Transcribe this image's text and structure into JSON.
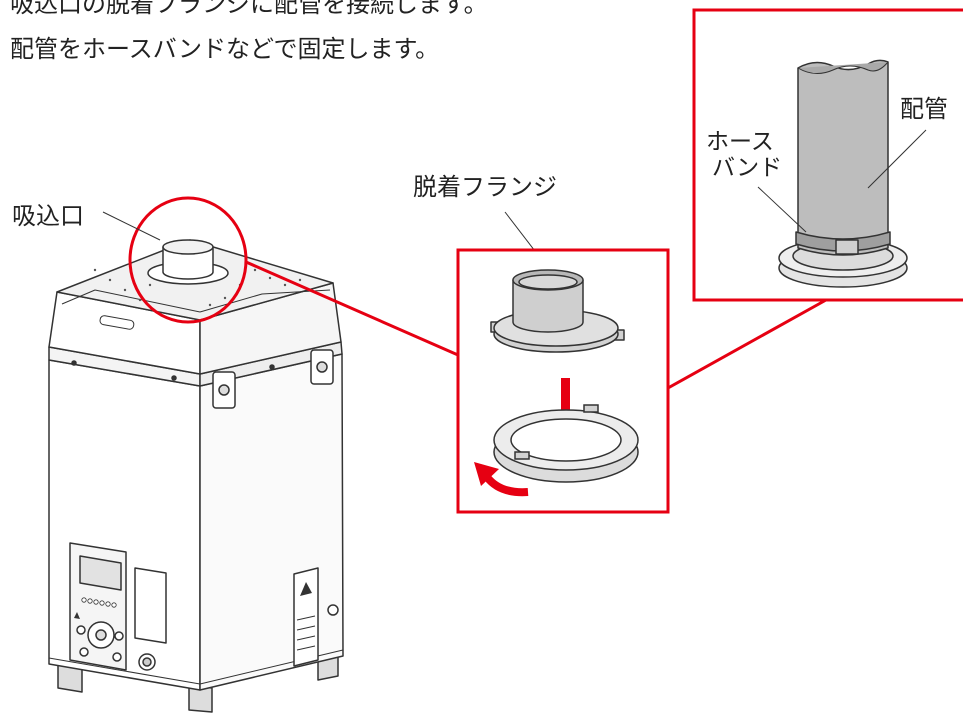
{
  "instructions": {
    "line1": "吸込口の脱着フランジに配管を接続します。",
    "line2": "配管をホースバンドなどで固定します。"
  },
  "labels": {
    "intake": "吸込口",
    "flange": "脱着フランジ",
    "pipe": "配管",
    "hose_band_line1": "ホース",
    "hose_band_line2": "バンド"
  },
  "colors": {
    "highlight": "#e60012",
    "outline": "#333333",
    "pipe": "#bdbdbd",
    "flange": "#d2d2d2"
  },
  "icons": [
    "down-arrow-icon",
    "rotate-arrow-icon"
  ]
}
